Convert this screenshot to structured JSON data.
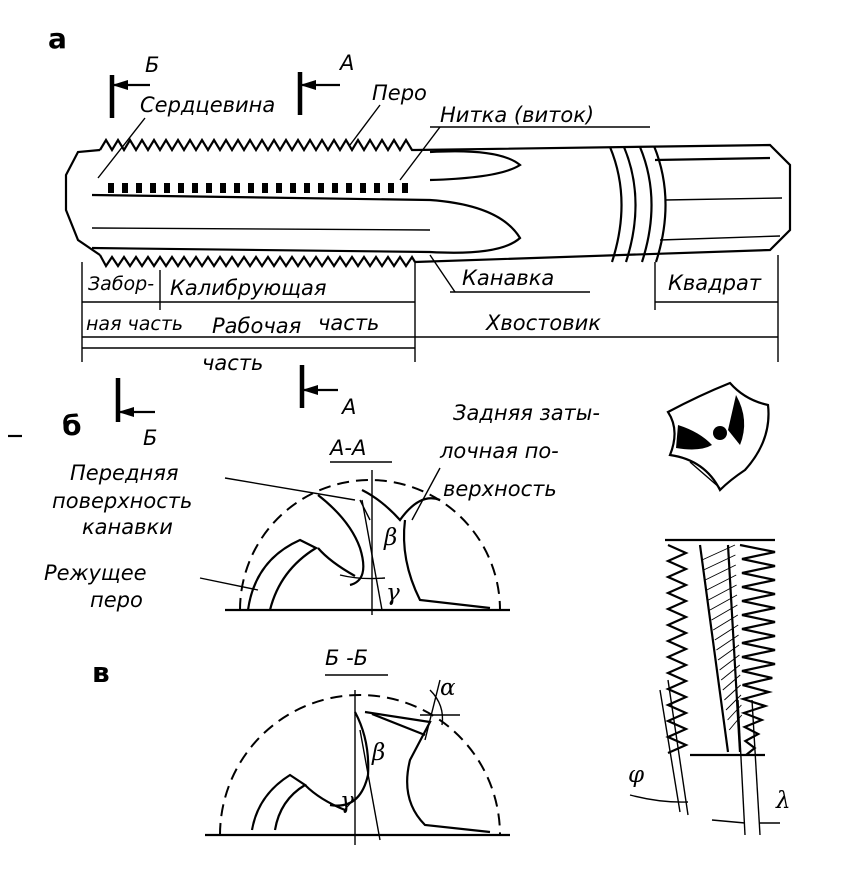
{
  "section_labels": {
    "a": "а",
    "b": "б",
    "v": "в"
  },
  "top_view": {
    "cut_b": "Б",
    "cut_a": "А",
    "serdtsevina": "Сердцевина",
    "pero": "Перо",
    "nitka": "Нитка (виток)",
    "kanavka": "Канавка",
    "kvadrat": "Квадрат",
    "zabor_1": "Забор-",
    "zabor_2": "ная часть",
    "kalibr_1": "Калибрующая",
    "kalibr_2": "часть",
    "rabochaya_1": "Рабочая",
    "rabochaya_2": "часть",
    "hvostovik": "Хвостовик"
  },
  "section_aa": {
    "title": "А-А",
    "cut_b": "Б",
    "cut_a": "А",
    "perednyaya_1": "Передняя",
    "perednyaya_2": "поверхность",
    "perednyaya_3": "канавки",
    "rezhuschee_1": "Режущее",
    "rezhuschee_2": "перо",
    "zadnyaya_1": "Задняя зaты-",
    "zadnyaya_2": "лочная по-",
    "zadnyaya_3": "верхность",
    "beta": "β",
    "gamma": "γ"
  },
  "section_bb": {
    "title": "Б -Б",
    "alpha": "α",
    "beta": "β",
    "gamma": "γ"
  },
  "side_view": {
    "phi": "φ",
    "lambda": "λ"
  }
}
